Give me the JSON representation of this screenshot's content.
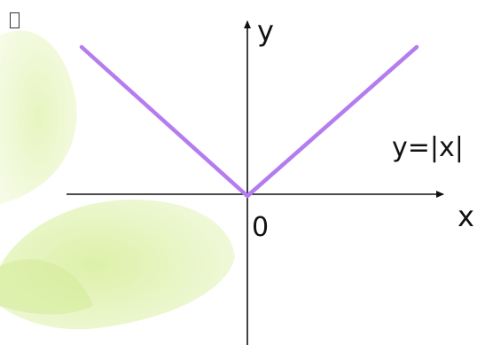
{
  "glyph": "",
  "labels": {
    "y_axis": "y",
    "x_axis": "x",
    "origin": "0",
    "function": "y=|x|"
  },
  "colors": {
    "curve": "#b57cf0",
    "axes": "#111111",
    "leaf_light": "#eef7c9",
    "leaf_mid": "#e0f1b0"
  },
  "function": {
    "expression": "y=|x|",
    "type": "absolute-value"
  }
}
